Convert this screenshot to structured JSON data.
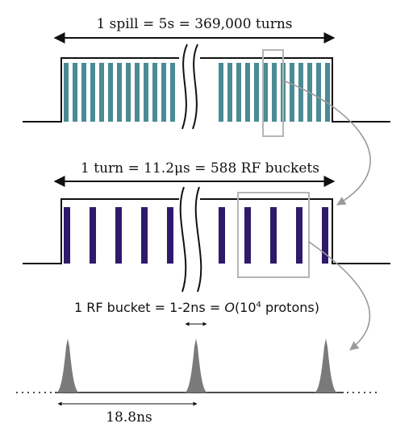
{
  "labels": {
    "spill": "1 spill = 5s = 369,000 turns",
    "turn": "1 turn = 11.2μs = 588 RF buckets",
    "bucket_prefix": "1 RF bucket = 1-2ns = ",
    "bucket_O": "O",
    "bucket_paren": "(10",
    "bucket_exp": "4",
    "bucket_suffix": " protons)",
    "spacing": "18.8ns"
  },
  "colors": {
    "spill_bars": "#4a8b95",
    "turn_bars": "#2e1a6b",
    "peaks": "#7a7a7a",
    "zoom_box": "#b5b5b5",
    "line": "#111111"
  }
}
